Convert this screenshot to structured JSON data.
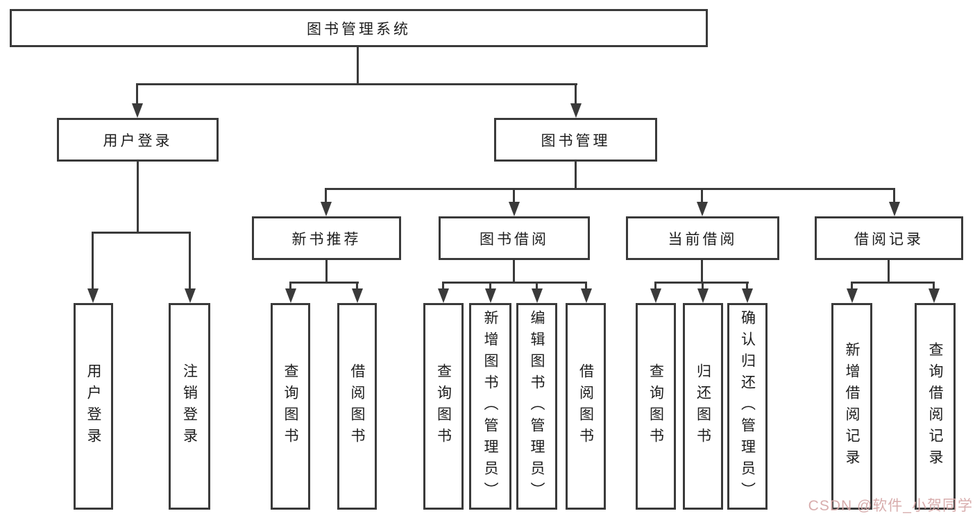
{
  "tree": {
    "root": {
      "label": "图书管理系统"
    },
    "branches": [
      {
        "label": "用户登录",
        "children": [
          {
            "label": "用户登录"
          },
          {
            "label": "注销登录"
          }
        ]
      },
      {
        "label": "图书管理",
        "children": [
          {
            "label": "新书推荐",
            "children": [
              {
                "label": "查询图书"
              },
              {
                "label": "借阅图书"
              }
            ]
          },
          {
            "label": "图书借阅",
            "children": [
              {
                "label": "查询图书"
              },
              {
                "label": "新增图书（管理员）"
              },
              {
                "label": "编辑图书（管理员）"
              },
              {
                "label": "借阅图书"
              }
            ]
          },
          {
            "label": "当前借阅",
            "children": [
              {
                "label": "查询图书"
              },
              {
                "label": "归还图书"
              },
              {
                "label": "确认归还（管理员）"
              }
            ]
          },
          {
            "label": "借阅记录",
            "children": [
              {
                "label": "新增借阅记录"
              },
              {
                "label": "查询借阅记录"
              }
            ]
          }
        ]
      }
    ]
  },
  "watermark": {
    "text": "CSDN @软件_小贺同学",
    "color": "#d5a6a6"
  },
  "colors": {
    "line": "#3a3a3a",
    "text": "#1d1d1d",
    "background": "#ffffff"
  }
}
